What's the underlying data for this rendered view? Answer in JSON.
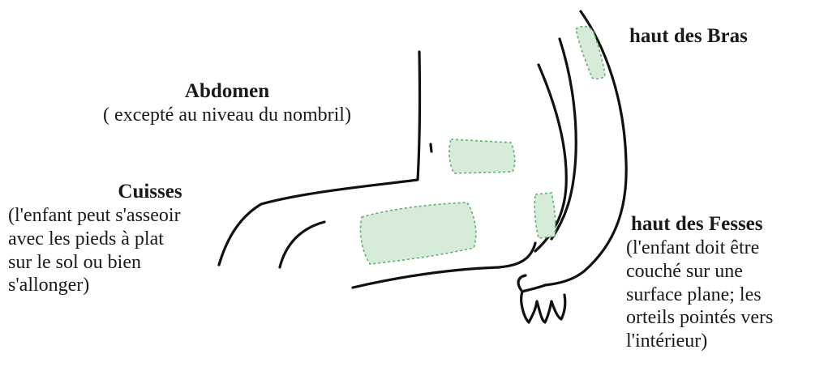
{
  "labels": {
    "abdomen": {
      "title": "Abdomen",
      "note": "( excepté au niveau du nombril)"
    },
    "cuisses": {
      "title": "Cuisses",
      "note_lines": [
        "(l'enfant peut s'asseoir",
        "avec les pieds à plat",
        "sur le sol ou bien",
        "s'allonger)"
      ]
    },
    "bras": {
      "title": "haut des Bras"
    },
    "fesses": {
      "title": "haut des Fesses",
      "note_lines": [
        "(l'enfant doit être",
        "couché sur une",
        "surface plane; les",
        "orteils pointés vers",
        "l'intérieur)"
      ]
    }
  },
  "colors": {
    "zone_fill": "#d6ecd8",
    "zone_border": "#5fae72",
    "outline": "#111111"
  }
}
